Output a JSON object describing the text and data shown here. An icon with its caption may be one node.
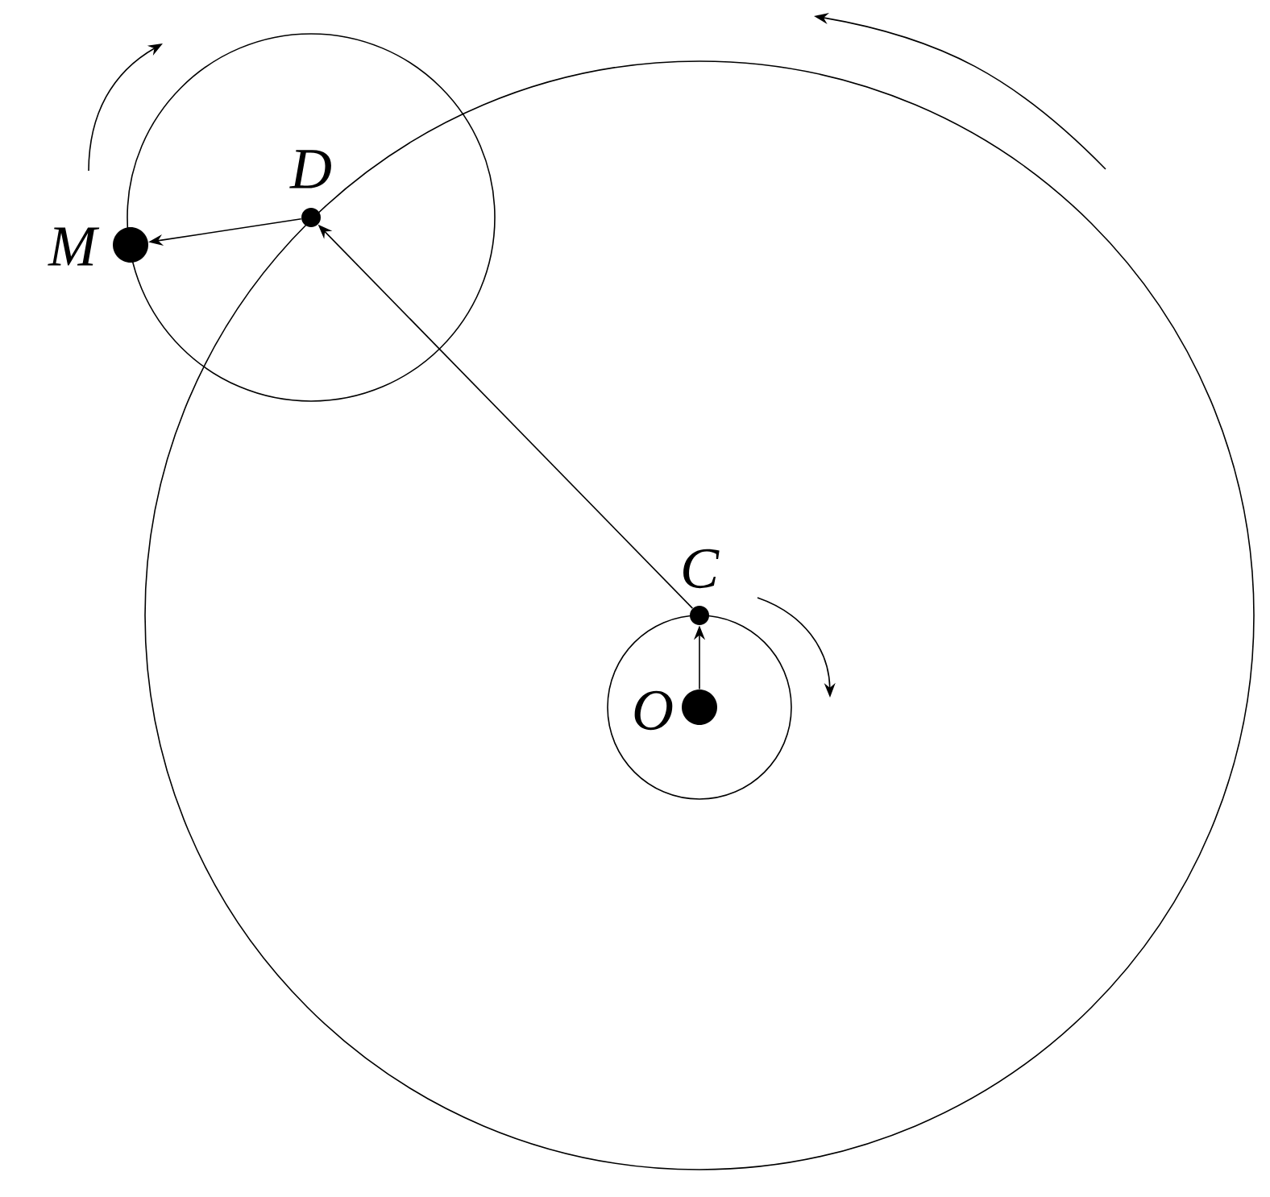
{
  "diagram": {
    "nodes": [
      {
        "text": [],
        "shape": "circle",
        "beside": [
          "O"
        ]
      },
      {
        "text": [],
        "shape": "circle",
        "beside": [
          "C"
        ]
      },
      {
        "text": [],
        "shape": "circle",
        "beside": [
          "D"
        ]
      },
      {
        "text": [],
        "shape": "circle",
        "beside": [
          "M"
        ]
      }
    ],
    "edges": [
      {
        "from": 0,
        "to": 1,
        "arrow": "to"
      },
      {
        "from": 1,
        "to": 2,
        "arrow": "to"
      },
      {
        "from": 2,
        "to": 3,
        "arrow": "to"
      }
    ]
  }
}
